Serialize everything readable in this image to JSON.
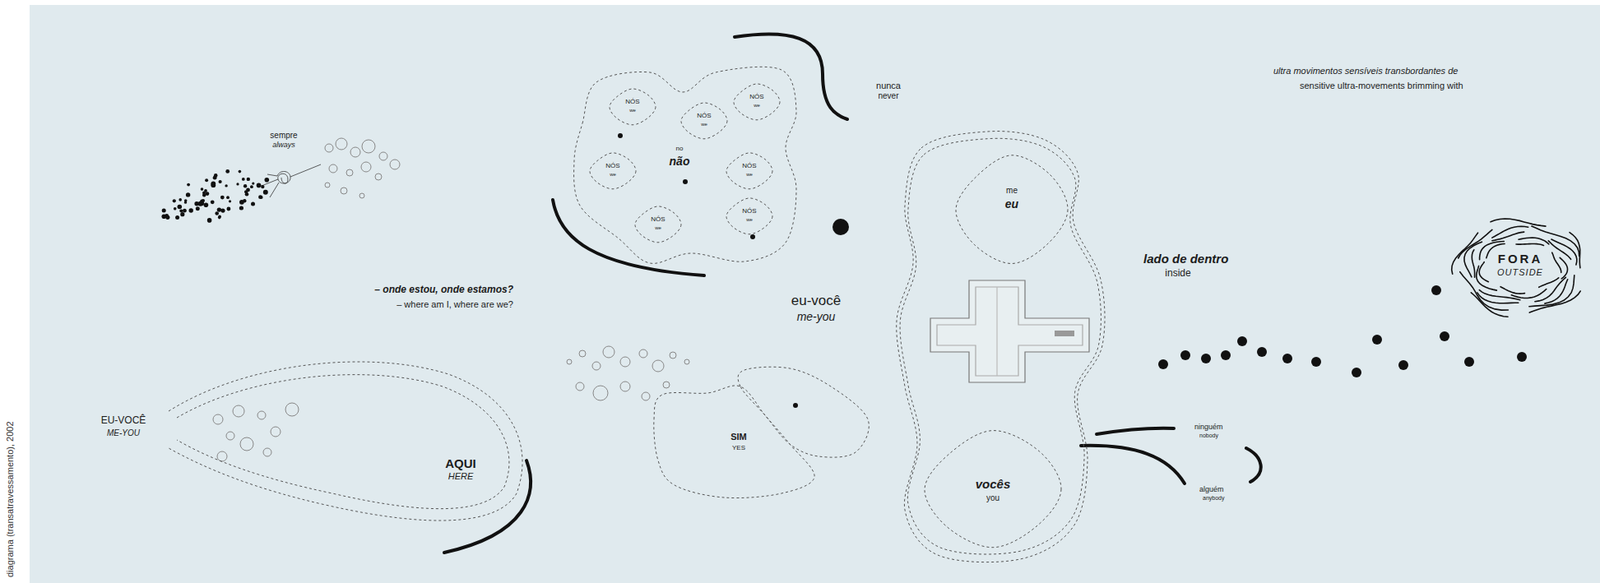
{
  "diagram": {
    "caption": "diagrama (transatravessamento), 2002",
    "nodes": [
      {
        "text": [
          "EU-VOCÊ",
          "ME-YOU",
          "AQUI",
          "HERE"
        ]
      },
      {
        "text": [
          "no",
          "não"
        ]
      },
      {
        "text": [
          "NÓS",
          "we"
        ],
        "in": 1
      },
      {
        "text": [
          "NÓS",
          "we"
        ],
        "in": 1
      },
      {
        "text": [
          "NÓS",
          "we"
        ],
        "in": 1
      },
      {
        "text": [
          "NÓS",
          "we"
        ],
        "in": 1
      },
      {
        "text": [
          "NÓS",
          "we"
        ],
        "in": 1
      },
      {
        "text": [
          "NÓS",
          "we"
        ],
        "in": 1
      },
      {
        "text": [
          "NÓS",
          "we"
        ],
        "in": 1
      },
      {
        "text": [
          "SIM",
          "YES"
        ]
      },
      {
        "text": [
          "lado de dentro",
          "inside"
        ]
      },
      {
        "text": [
          "me",
          "eu"
        ],
        "in": 10
      },
      {
        "text": [
          "vocês",
          "you"
        ],
        "in": 10
      },
      {
        "text": [
          "FORA",
          "OUTSIDE"
        ]
      }
    ],
    "labels": [
      "sempre",
      "always",
      "– onde estou, onde estamos?",
      "– where am I, where are we?",
      "nunca",
      "never",
      "eu-você",
      "me-you",
      "ninguém",
      "nobody",
      "alguém",
      "anybody",
      "ultra movimentos sensíveis transbordantes de",
      "sensitive ultra-movements brimming with"
    ]
  }
}
